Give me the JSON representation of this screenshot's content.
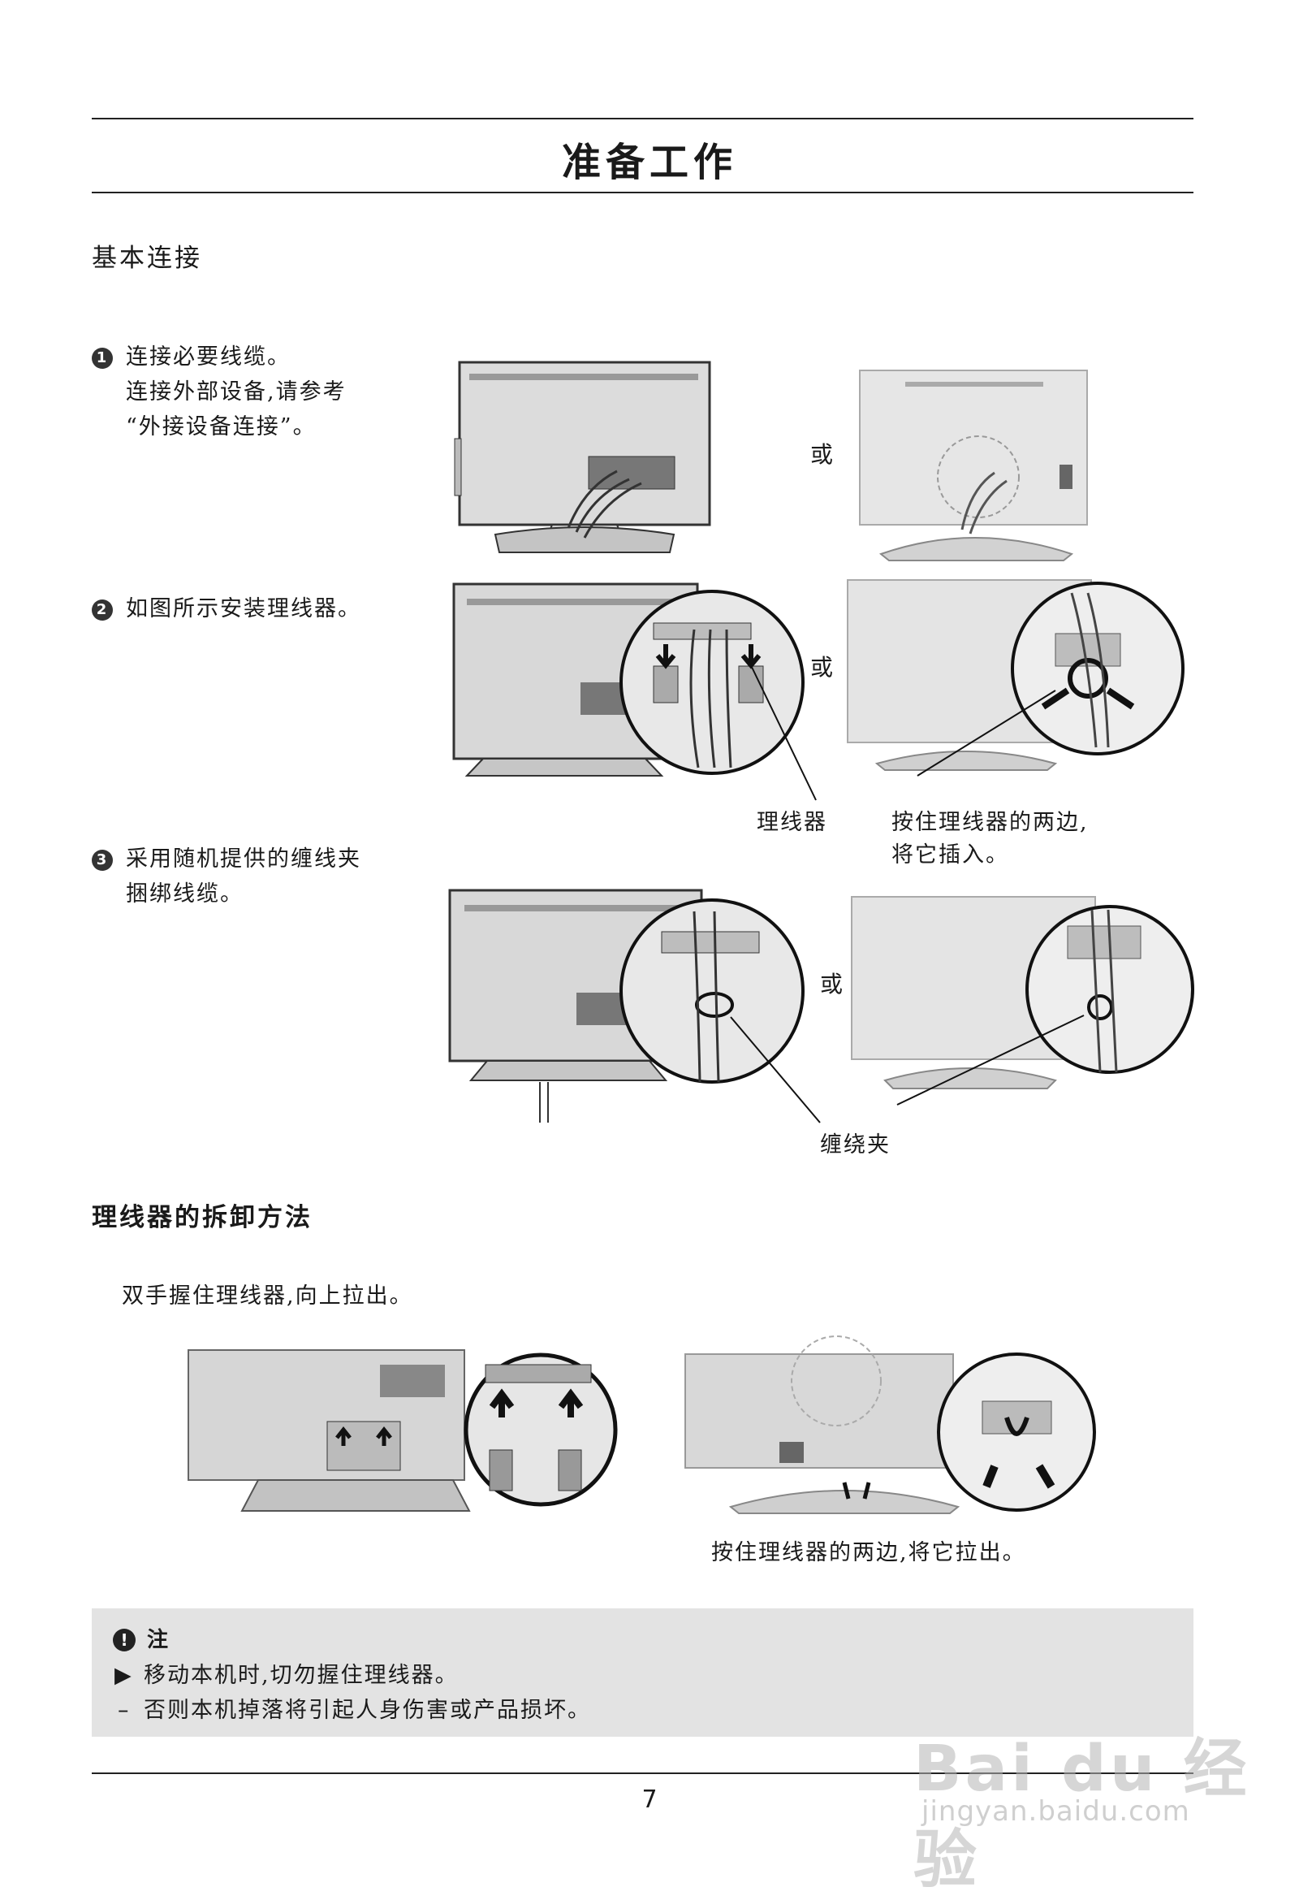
{
  "header": {
    "title": "准备工作"
  },
  "section1": {
    "heading": "基本连接",
    "steps": [
      {
        "num": "1",
        "lines": [
          "连接必要线缆。",
          "连接外部设备,请参考",
          "“外接设备连接”。"
        ]
      },
      {
        "num": "2",
        "lines": [
          "如图所示安装理线器。"
        ]
      },
      {
        "num": "3",
        "lines": [
          "采用随机提供的缠线夹",
          "捆绑线缆。"
        ]
      }
    ],
    "or_text": "或",
    "label_cable_manager": "理线器",
    "label_press_insert": [
      "按住理线器的两边,",
      "将它插入。"
    ],
    "label_twister": "缠绕夹"
  },
  "section2": {
    "heading": "理线器的拆卸方法",
    "instruction": "双手握住理线器,向上拉出。",
    "caption_right": "按住理线器的两边,将它拉出。"
  },
  "note": {
    "title": "注",
    "lines": [
      {
        "marker": "▶",
        "text": "移动本机时,切勿握住理线器。"
      },
      {
        "marker": "–",
        "text": "否则本机掉落将引起人身伤害或产品损坏。"
      }
    ]
  },
  "footer": {
    "page_number": "7"
  },
  "watermark": {
    "brand": "Bai du 经验",
    "url": "jingyan.baidu.com"
  }
}
